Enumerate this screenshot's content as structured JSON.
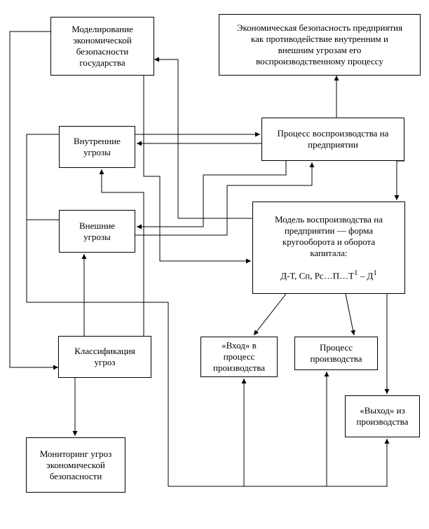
{
  "diagram": {
    "nodes": {
      "state_modeling": "Моделирование\nэкономической\nбезопасности\nгосударства",
      "enterprise_security": "Экономическая безопасность предприятия\nкак противодействие внутренним и\nвнешним угрозам его\nвоспроизводственному процессу",
      "internal_threats": "Внутренние\nугрозы",
      "reproduction_process": "Процесс воспроизводства на\nпредприятии",
      "external_threats": "Внешние\nугрозы",
      "reproduction_model": "Модель воспроизводства на\nпредприятии — форма\nкругооборота и оборота\nкапитала:",
      "threat_classification": "Классификация\nугроз",
      "production_input": "«Вход» в\nпроцесс\nпроизводства",
      "production_process": "Процесс\nпроизводства",
      "production_output": "«Выход» из\nпроизводства",
      "monitoring": "Мониторинг угроз\nэкономической\nбезопасности"
    },
    "formula": {
      "main": "Д-Т, Сп, Рс…П…Т",
      "sup1": "1",
      "dash": " – Д",
      "sup2": "1"
    }
  }
}
